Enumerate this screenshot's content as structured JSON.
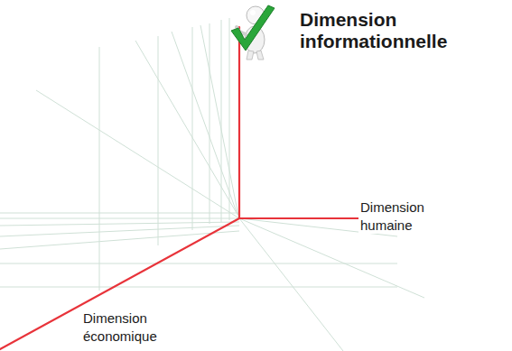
{
  "diagram": {
    "labels": [
      "Dimension informationnelle",
      "Dimension humaine",
      "Dimension économique"
    ]
  }
}
